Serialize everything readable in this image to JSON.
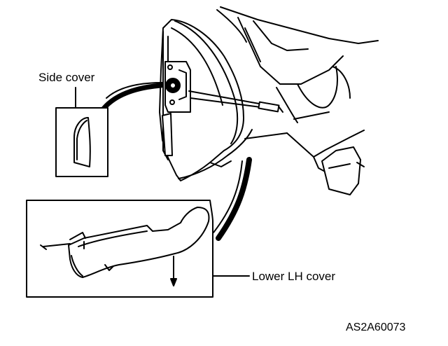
{
  "labels": {
    "side_cover": "Side cover",
    "lower_lh_cover": "Lower LH cover"
  },
  "figure_code": "AS2A60073",
  "colors": {
    "ink": "#000000",
    "paper": "#ffffff"
  }
}
